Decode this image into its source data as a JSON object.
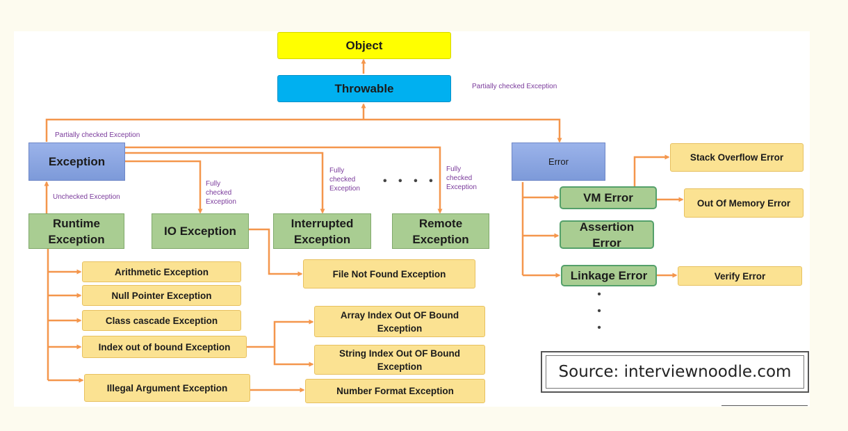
{
  "nodes": {
    "object": "Object",
    "throwable": "Throwable",
    "exception": "Exception",
    "error": "Error",
    "runtime_exception": "Runtime\nException",
    "io_exception": "IO Exception",
    "interrupted_exception": "Interrupted\nException",
    "remote_exception": "Remote\nException",
    "arithmetic_exception": "Arithmetic Exception",
    "null_pointer_exception": "Null Pointer Exception",
    "class_cascade_exception": "Class cascade Exception",
    "index_out_of_bound_exception": "Index out of bound Exception",
    "illegal_argument_exception": "Illegal Argument Exception",
    "file_not_found_exception": "File Not Found Exception",
    "array_index_out_of_bound_exception": "Array Index Out OF Bound\nException",
    "string_index_out_of_bound_exception": "String Index Out OF Bound\nException",
    "number_format_exception": "Number Format Exception",
    "vm_error": "VM Error",
    "assertion_error": "Assertion\nError",
    "linkage_error": "Linkage Error",
    "stack_overflow_error": "Stack Overflow Error",
    "out_of_memory_error": "Out Of Memory Error",
    "verify_error": "Verify Error"
  },
  "edge_labels": {
    "throwable_side": "Partially checked Exception",
    "exception_up": "Partially checked Exception",
    "unchecked": "Unchecked Exception",
    "io_fully_checked": "Fully\nchecked\nException",
    "interrupted_fully_checked": "Fully\nchecked\nException",
    "remote_fully_checked": "Fully\nchecked\nException"
  },
  "ellipsis": {
    "horizontal": "• • • •",
    "vertical": "•\n•\n•"
  },
  "source": "Source: interviewnoodle.com",
  "colors": {
    "object_fill": "#ffff00",
    "throwable_fill": "#00b0f0",
    "exception_fill": "#8ea9e3",
    "green_fill": "#a9cd92",
    "yellow_fill": "#fbe292",
    "arrow": "#f4964c",
    "label_text": "#7a3a9b"
  }
}
